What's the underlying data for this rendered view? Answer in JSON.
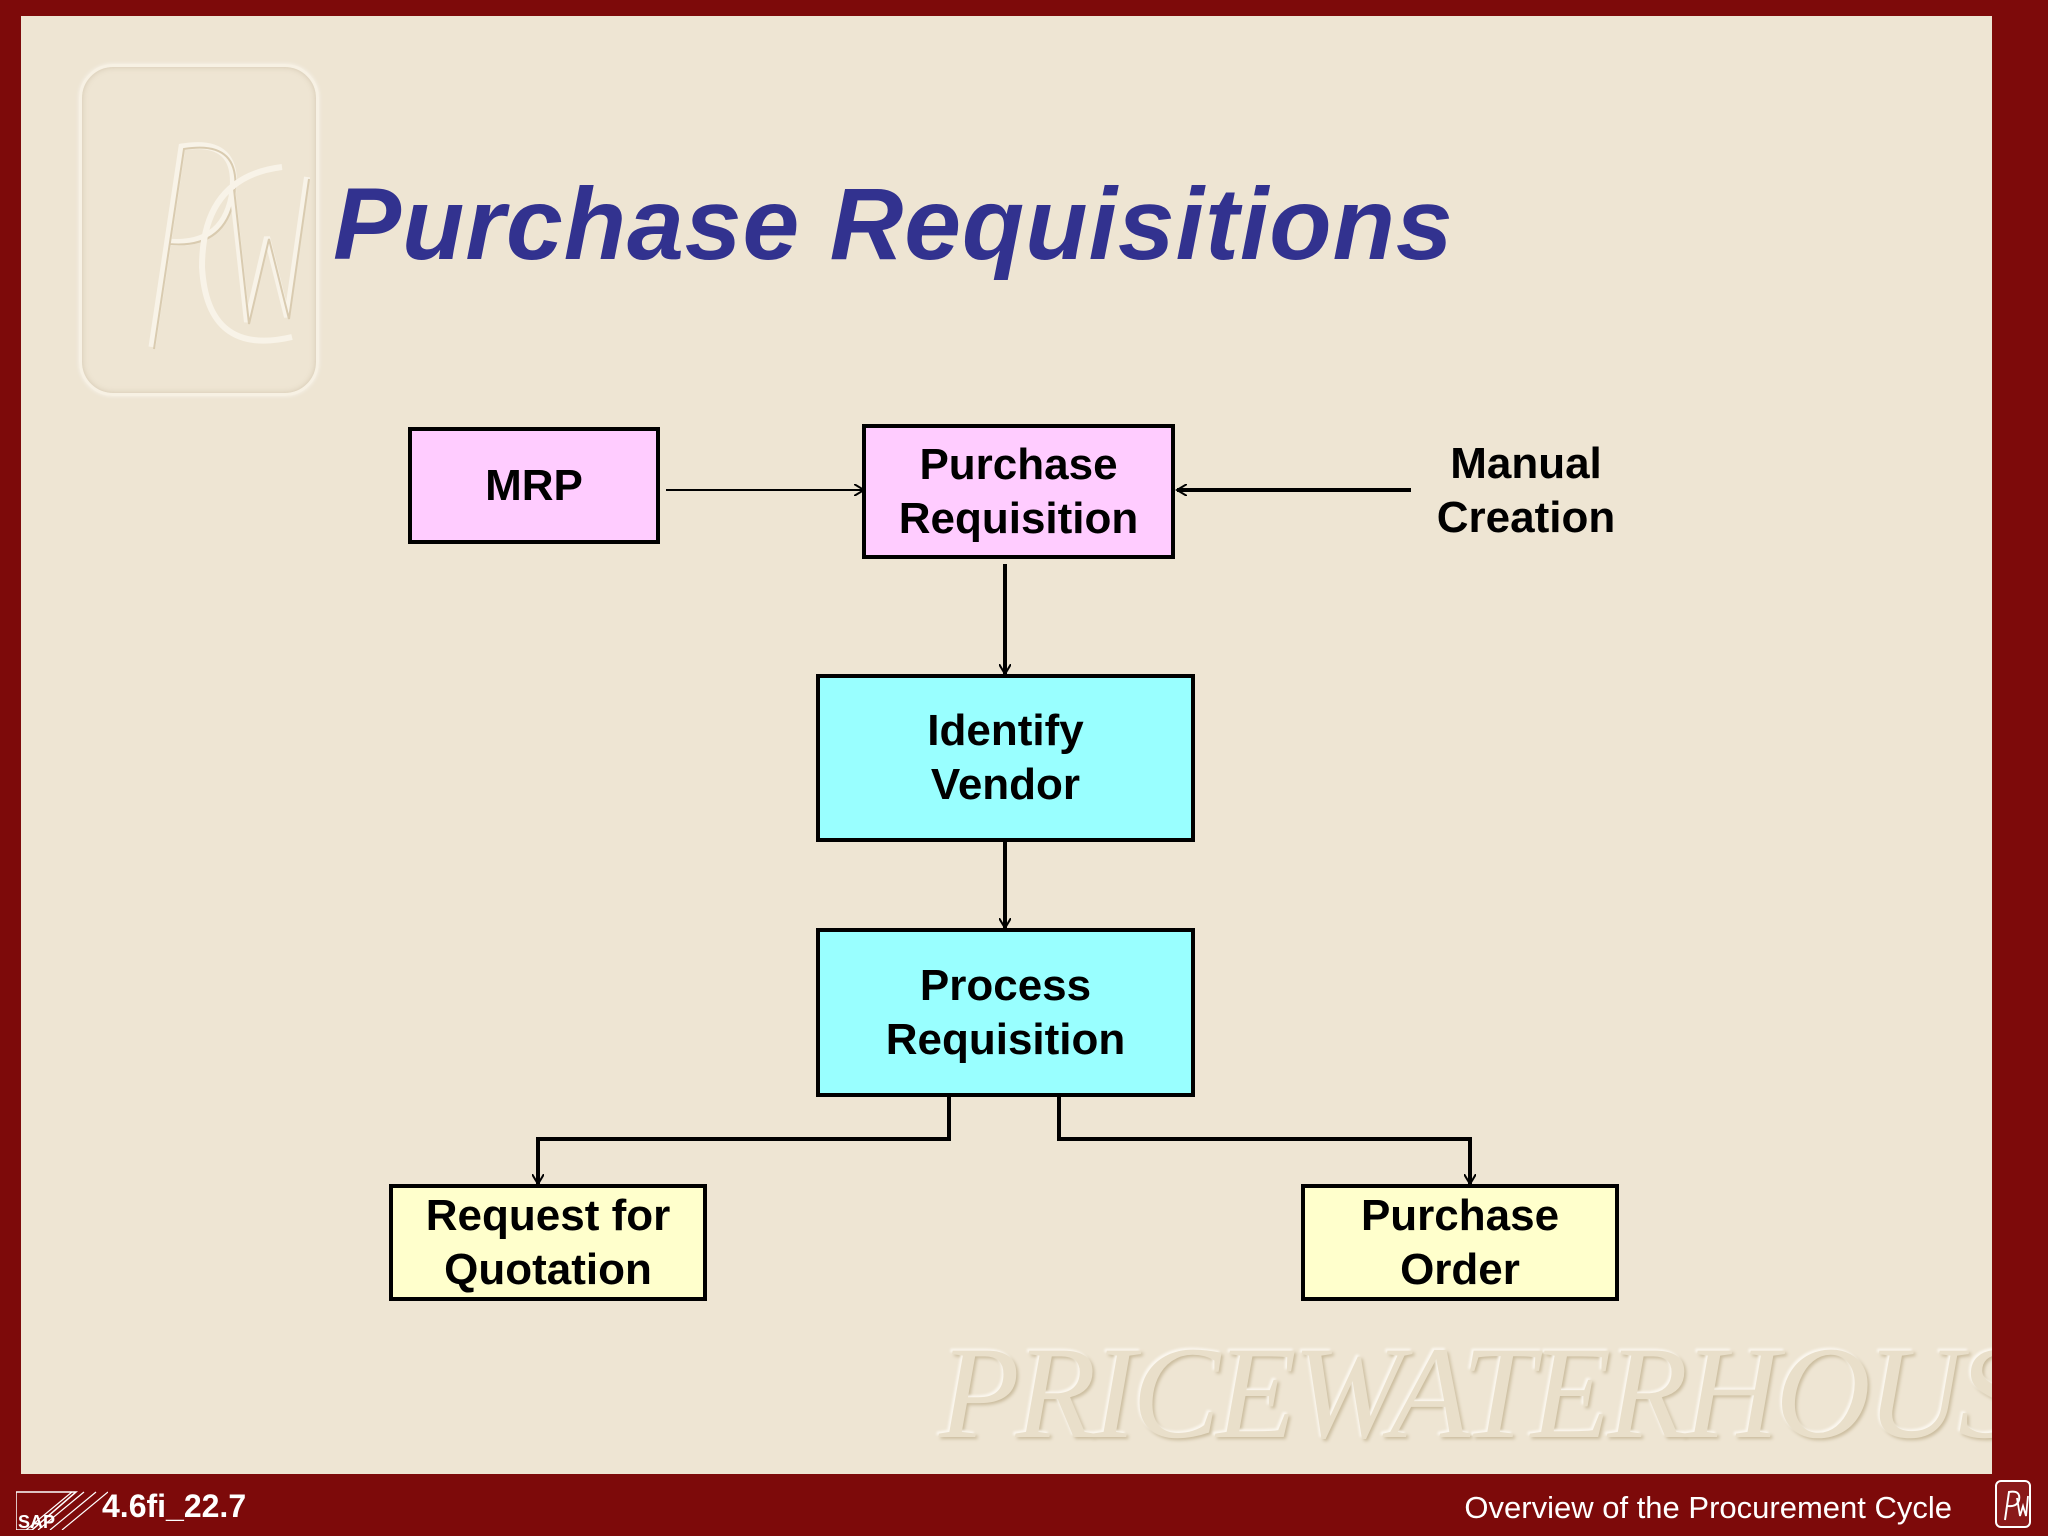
{
  "slide": {
    "title": "Purchase Requisitions",
    "logo": "PwC",
    "watermark": "PRICEWATERHOUSECOOPERS"
  },
  "diagram": {
    "nodes": [
      {
        "id": "mrp",
        "label": "MRP",
        "fill": "#ffccff"
      },
      {
        "id": "purchase-requisition",
        "label": "Purchase\nRequisition",
        "fill": "#ffccff"
      },
      {
        "id": "manual-creation",
        "label": "Manual\nCreation",
        "fill": "none"
      },
      {
        "id": "identify-vendor",
        "label": "Identify\nVendor",
        "fill": "#99ffff"
      },
      {
        "id": "process-requisition",
        "label": "Process\nRequisition",
        "fill": "#99ffff"
      },
      {
        "id": "request-for-quotation",
        "label": "Request for\nQuotation",
        "fill": "#ffffcc"
      },
      {
        "id": "purchase-order",
        "label": "Purchase\nOrder",
        "fill": "#ffffcc"
      }
    ],
    "edges": [
      {
        "from": "mrp",
        "to": "purchase-requisition"
      },
      {
        "from": "manual-creation",
        "to": "purchase-requisition"
      },
      {
        "from": "purchase-requisition",
        "to": "identify-vendor"
      },
      {
        "from": "identify-vendor",
        "to": "process-requisition"
      },
      {
        "from": "process-requisition",
        "to": "request-for-quotation"
      },
      {
        "from": "process-requisition",
        "to": "purchase-order"
      }
    ]
  },
  "footer": {
    "sap_logo": "SAP",
    "slide_code": "4.6fi_22.7",
    "title": "Overview of the Procurement Cycle",
    "logo": "PwC"
  },
  "colors": {
    "frame": "#7d0a0a",
    "background": "#eee5d3",
    "title": "#32328f"
  }
}
